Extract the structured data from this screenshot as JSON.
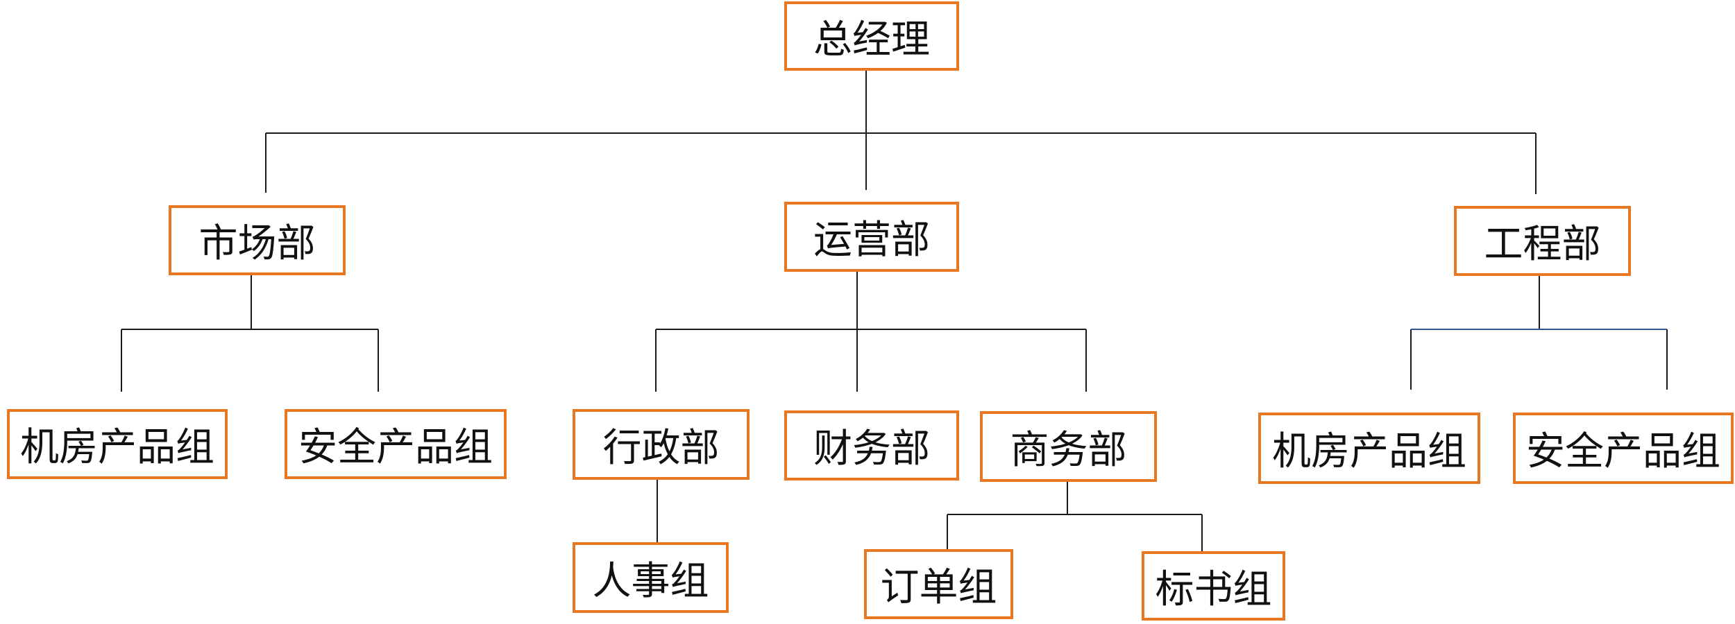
{
  "colors": {
    "box_border": "#E87722",
    "line": "#1a1a1a",
    "line_accent": "#2f5496"
  },
  "nodes": {
    "ceo": "总经理",
    "marketing": "市场部",
    "operations": "运营部",
    "engineering": "工程部",
    "mkt_room_product": "机房产品组",
    "mkt_security_product": "安全产品组",
    "admin": "行政部",
    "finance": "财务部",
    "commerce": "商务部",
    "eng_room_product": "机房产品组",
    "eng_security_product": "安全产品组",
    "hr": "人事组",
    "orders": "订单组",
    "bidding": "标书组"
  }
}
